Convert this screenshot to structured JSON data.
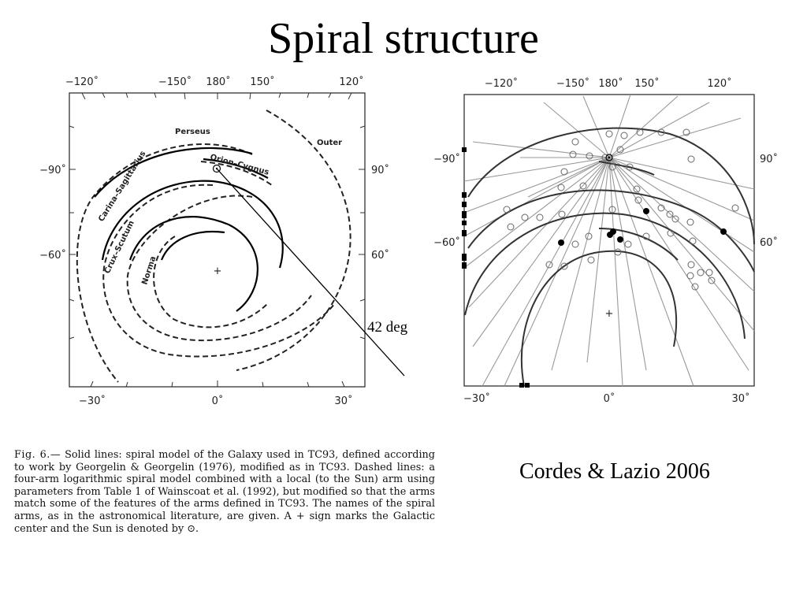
{
  "slide": {
    "title": "Spiral structure"
  },
  "left_panel": {
    "top_ticks": [
      "−120˚",
      "−150˚",
      "180˚",
      "150˚",
      "120˚"
    ],
    "left_ticks": [
      "−90˚",
      "−60˚"
    ],
    "right_ticks": [
      "90˚",
      "60˚"
    ],
    "bottom_ticks": [
      "−30˚",
      "0˚",
      "30˚"
    ],
    "arm_labels": {
      "perseus": "Perseus",
      "outer": "Outer",
      "orion_cygnus": "Orion–Cygnus",
      "carina_sagittarius": "Carina–Sagittarius",
      "crux_scutum": "Crux–Scutum",
      "norma": "Norma"
    },
    "galactic_center_marker": "+",
    "sun_marker": "⊙",
    "annotation": "42 deg"
  },
  "right_panel": {
    "top_ticks": [
      "−120˚",
      "−150˚",
      "180˚",
      "150˚",
      "120˚"
    ],
    "left_ticks": [
      "−90˚",
      "−60˚"
    ],
    "right_ticks": [
      "90˚",
      "60˚"
    ],
    "bottom_ticks": [
      "−30˚",
      "0˚",
      "30˚"
    ],
    "galactic_center_marker": "+"
  },
  "caption": {
    "fig_label": "Fig. 6.—",
    "text": " Solid lines: spiral model of the Galaxy used in TC93, defined according to work by Georgelin & Georgelin (1976), modified as in TC93. Dashed lines: a four-arm logarithmic spiral model combined with a local (to the Sun) arm using parameters from Table 1 of Wainscoat et al. (1992), but modified so that the arms match some of the features of the arms defined in TC93. The names of the spiral arms, as in the astronomical literature, are given. A + sign marks the Galactic center and the Sun is denoted by ⊙."
  },
  "credit": "Cordes & Lazio 2006"
}
